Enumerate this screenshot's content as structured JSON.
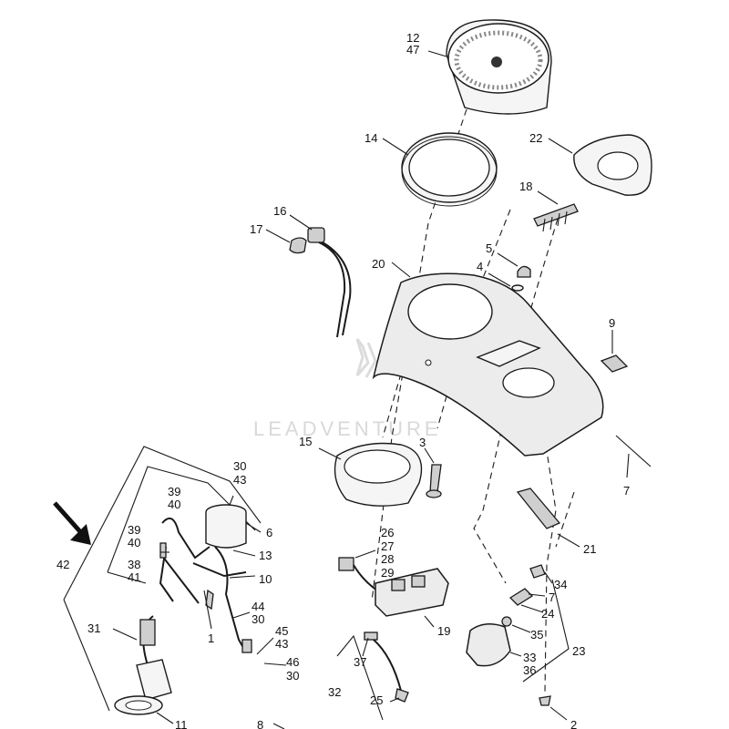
{
  "watermark": {
    "text": "LEADVENTURE"
  },
  "callouts": [
    {
      "id": "c12",
      "text": "12"
    },
    {
      "id": "c47",
      "text": "47"
    },
    {
      "id": "c14",
      "text": "14"
    },
    {
      "id": "c22",
      "text": "22"
    },
    {
      "id": "c18",
      "text": "18"
    },
    {
      "id": "c16",
      "text": "16"
    },
    {
      "id": "c17",
      "text": "17"
    },
    {
      "id": "c5",
      "text": "5"
    },
    {
      "id": "c4",
      "text": "4"
    },
    {
      "id": "c20",
      "text": "20"
    },
    {
      "id": "c9",
      "text": "9"
    },
    {
      "id": "c15",
      "text": "15"
    },
    {
      "id": "c3",
      "text": "3"
    },
    {
      "id": "c7a",
      "text": "7"
    },
    {
      "id": "c30a",
      "text": "30"
    },
    {
      "id": "c43a",
      "text": "43"
    },
    {
      "id": "c39a",
      "text": "39"
    },
    {
      "id": "c40a",
      "text": "40"
    },
    {
      "id": "c6",
      "text": "6"
    },
    {
      "id": "c39b",
      "text": "39"
    },
    {
      "id": "c40b",
      "text": "40"
    },
    {
      "id": "c38",
      "text": "38"
    },
    {
      "id": "c13",
      "text": "13"
    },
    {
      "id": "c42",
      "text": "42"
    },
    {
      "id": "c41",
      "text": "41"
    },
    {
      "id": "c10",
      "text": "10"
    },
    {
      "id": "c26",
      "text": "26"
    },
    {
      "id": "c27",
      "text": "27"
    },
    {
      "id": "c28",
      "text": "28"
    },
    {
      "id": "c29",
      "text": "29"
    },
    {
      "id": "c21",
      "text": "21"
    },
    {
      "id": "c34",
      "text": "34"
    },
    {
      "id": "c7b",
      "text": "7"
    },
    {
      "id": "c24",
      "text": "24"
    },
    {
      "id": "c44",
      "text": "44"
    },
    {
      "id": "c30b",
      "text": "30"
    },
    {
      "id": "c31",
      "text": "31"
    },
    {
      "id": "c1",
      "text": "1"
    },
    {
      "id": "c45",
      "text": "45"
    },
    {
      "id": "c43b",
      "text": "43"
    },
    {
      "id": "c19",
      "text": "19"
    },
    {
      "id": "c35",
      "text": "35"
    },
    {
      "id": "c23",
      "text": "23"
    },
    {
      "id": "c46",
      "text": "46"
    },
    {
      "id": "c30c",
      "text": "30"
    },
    {
      "id": "c37",
      "text": "37"
    },
    {
      "id": "c33",
      "text": "33"
    },
    {
      "id": "c36",
      "text": "36"
    },
    {
      "id": "c32",
      "text": "32"
    },
    {
      "id": "c25",
      "text": "25"
    },
    {
      "id": "c11",
      "text": "11"
    },
    {
      "id": "c8",
      "text": "8"
    },
    {
      "id": "c2",
      "text": "2"
    }
  ]
}
